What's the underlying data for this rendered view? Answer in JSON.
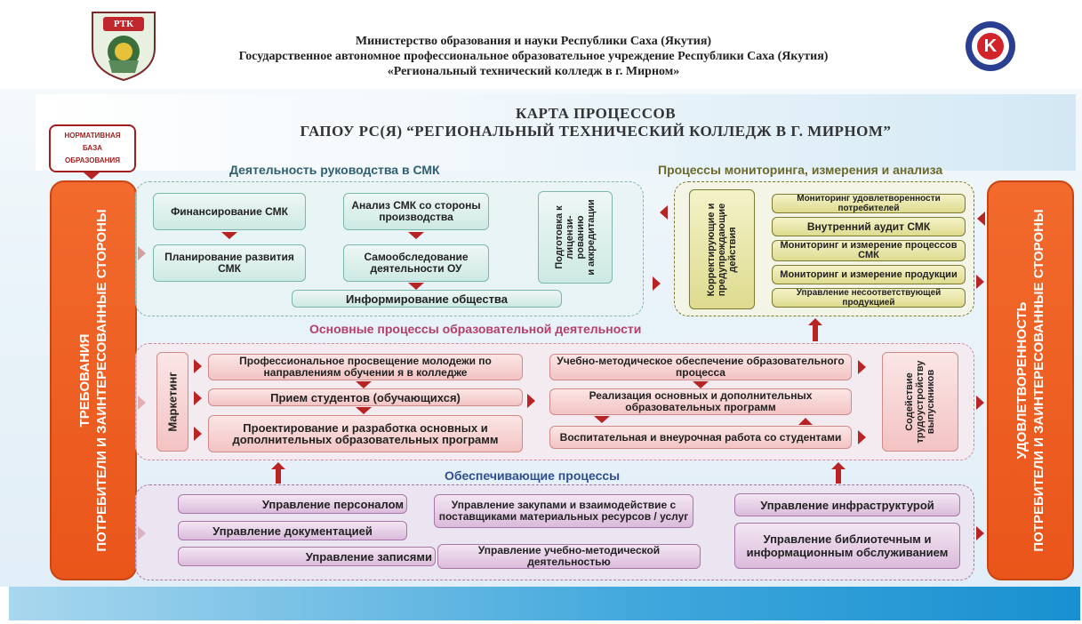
{
  "header": {
    "line1": "Министерство образования и науки Республики Саха (Якутия)",
    "line2": "Государственное автономное профессиональное образовательное учреждение Республики Саха (Якутия)",
    "line3": "«Региональный технический колледж в г. Мирном»",
    "logo_left_text": "РТК",
    "logo_right_text": "K"
  },
  "map_title": {
    "line1": "КАРТА ПРОЦЕССОВ",
    "line2": "ГАПОУ РС(Я) “РЕГИОНАЛЬНЫЙ ТЕХНИЧЕСКИЙ КОЛЛЕДЖ В Г. МИРНОМ”"
  },
  "normative": {
    "line1": "НОРМАТИВНАЯ",
    "line2": "БАЗА",
    "line3": "ОБРАЗОВАНИЯ"
  },
  "left_side": {
    "line1": "ТРЕБОВАНИЯ",
    "line2": "ПОТРЕБИТЕЛИ И ЗАИНТЕРЕСОВАННЫЕ СТОРОНЫ"
  },
  "right_side": {
    "line1": "УДОВЛЕТВОРЕННОСТЬ",
    "line2": "ПОТРЕБИТЕЛИ И ЗАИНТЕРЕСОВАННЫЕ СТОРОНЫ"
  },
  "management": {
    "title": "Деятельность руководства в СМК",
    "financing": "Финансирование СМК",
    "analysis": "Анализ СМК со стороны производства",
    "planning": "Планирование развития СМК",
    "self_assessment": "Самообследование деятельности ОУ",
    "informing": "Информирование общества",
    "licensing_l1": "Подготовка к",
    "licensing_l2": "лицензи-",
    "licensing_l3": "рованию",
    "licensing_l4": "и аккредитации"
  },
  "monitoring": {
    "title": "Процессы мониторинга, измерения и анализа",
    "corrective_l1": "Корректирующие и",
    "corrective_l2": "предупреждающие",
    "corrective_l3": "действия",
    "items": [
      "Мониторинг удовлетворенности потребителей",
      "Внутренний аудит СМК",
      "Мониторинг и измерение процессов СМК",
      "Мониторинг и измерение продукции",
      "Управление несоответствующей продукцией"
    ]
  },
  "core": {
    "title": "Основные процессы образовательной деятельности",
    "marketing": "Маркетинг",
    "career": "Профессиональное просвещение молодежи по направлениям обучении я в колледже",
    "admission": "Прием студентов (обучающихся)",
    "design": "Проектирование и разработка основных и дополнительных образовательных программ",
    "methodical": "Учебно-методическое обеспечение образовательного процесса",
    "implementation": "Реализация основных и дополнительных образовательных программ",
    "upbringing": "Воспитательная и внеурочная работа со студентами",
    "employment_l1": "Содействие",
    "employment_l2": "трудоустройству",
    "employment_l3": "выпускников"
  },
  "support": {
    "title": "Обеспечивающие процессы",
    "personnel": "Управление персоналом",
    "documentation": "Управление документацией",
    "records": "Управление записями",
    "procurement": "Управление закупами и взаимодействие с поставщиками материальных ресурсов / услуг",
    "methodical_mgmt": "Управление учебно-методической деятельностью",
    "infrastructure": "Управление инфраструктурой",
    "library": "Управление библиотечным и информационным обслуживанием"
  },
  "colors": {
    "orange": "#ef5f22",
    "dark_red": "#a31f1f",
    "teal_title": "#2f5f70",
    "olive_title": "#6b6a2a",
    "pink_title": "#b3406a",
    "purple_title": "#2f4f90"
  }
}
